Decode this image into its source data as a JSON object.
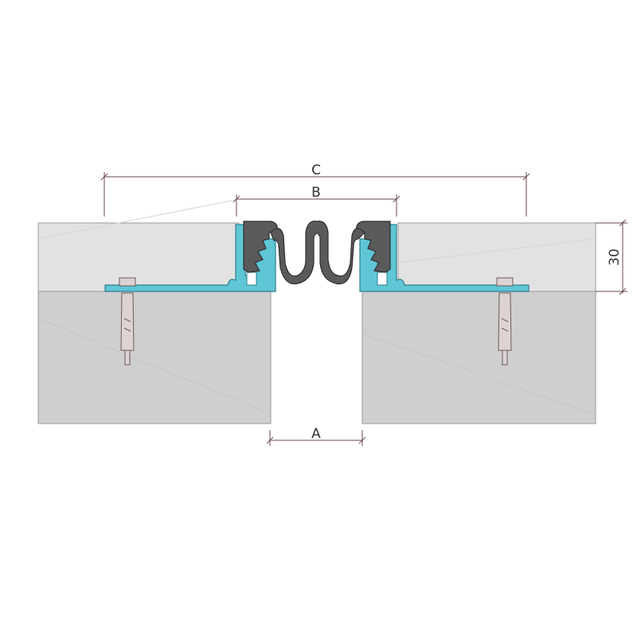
{
  "dimensions": {
    "a_label": "A",
    "b_label": "B",
    "c_label": "C",
    "height_label": "30"
  },
  "colors": {
    "background": "#ffffff",
    "topping_layer": "#e2e2e2",
    "substrate": "#cfcfcf",
    "layer_edge": "#9a9a9a",
    "aluminium_profile": "#5fc6d6",
    "profile_edge": "#2f7f8c",
    "rubber_insert": "#5a5a5a",
    "rubber_edge": "#2e2e2e",
    "anchor": "#ddd3d3",
    "anchor_edge": "#6b5a5a",
    "dimension_line": "#6a4a4a",
    "dimension_text": "#333333"
  }
}
